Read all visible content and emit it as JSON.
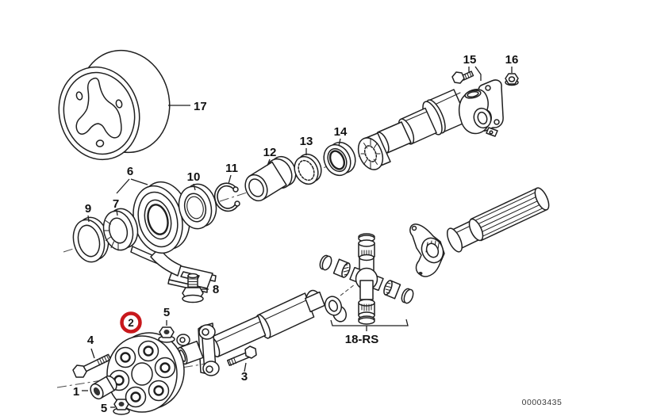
{
  "diagram": {
    "drawing_number": "00003435",
    "highlighted_callout": "2",
    "highlight_color": "#c8181c",
    "line_color": "#1f1f1f",
    "background_color": "#ffffff",
    "callouts": {
      "c1": "1",
      "c2": "2",
      "c3": "3",
      "c4": "4",
      "c5_upper": "5",
      "c5_lower": "5",
      "c6": "6",
      "c7": "7",
      "c8": "8",
      "c9": "9",
      "c10": "10",
      "c11": "11",
      "c12": "12",
      "c13": "13",
      "c14": "14",
      "c15": "15",
      "c16": "16",
      "c17": "17",
      "c18": "18-RS"
    }
  }
}
